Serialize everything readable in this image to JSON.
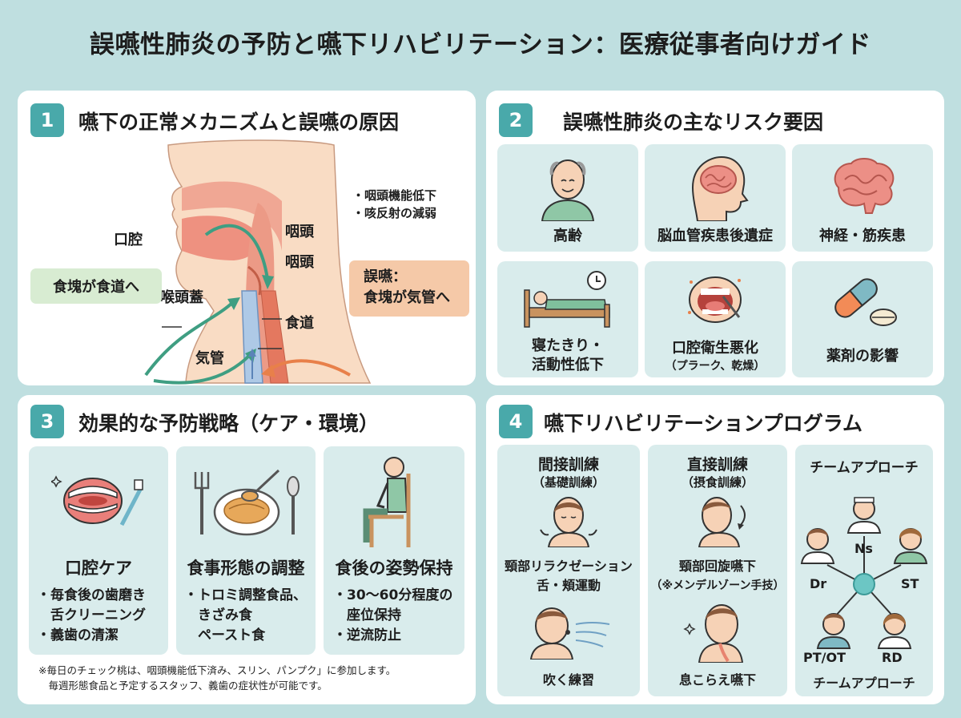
{
  "title": "誤嚥性肺炎の予防と嚥下リハビリテーション：医療従事者向けガイド",
  "colors": {
    "background": "#bfdfe0",
    "accent": "#49a9aa",
    "card": "#d9ecec",
    "aspiration": "#f5c9a8",
    "food": "#d8ecd2",
    "arrow_green": "#3f9e82",
    "arrow_orange": "#e8804a"
  },
  "section1": {
    "number": "1",
    "title": "嚥下の正常メカニズムと誤嚥の原因",
    "labels": {
      "oral": "口腔",
      "pharynx1": "咽頭",
      "pharynx2": "咽頭",
      "epiglottis": "喉頭蓋",
      "esophagus": "食道",
      "trachea": "気管"
    },
    "notes": [
      "・咽頭機能低下",
      "・咳反射の減弱"
    ],
    "food_box": "食塊が食道へ",
    "aspiration_box": [
      "誤嚥：",
      "食塊が気管へ"
    ]
  },
  "section2": {
    "number": "2",
    "title": "誤嚥性肺炎の主なリスク要因",
    "items": [
      {
        "label": "高齢",
        "icon": "elderly-person-icon"
      },
      {
        "label": "脳血管疾患後遺症",
        "icon": "brain-head-icon"
      },
      {
        "label": "神経・筋疾患",
        "icon": "brain-icon"
      },
      {
        "label1": "寝たきり・",
        "label2": "活動性低下",
        "icon": "bedridden-icon"
      },
      {
        "label": "口腔衛生悪化",
        "sub": "（プラーク、乾燥）",
        "icon": "open-mouth-icon"
      },
      {
        "label": "薬剤の影響",
        "icon": "pill-icon"
      }
    ]
  },
  "section3": {
    "number": "3",
    "title": "効果的な予防戦略（ケア・環境）",
    "cards": [
      {
        "title": "口腔ケア",
        "icon": "teeth-toothbrush-icon",
        "bullets": [
          "・毎食後の歯磨き",
          "　舌クリーニング",
          "・義歯の清潔"
        ]
      },
      {
        "title": "食事形態の調整",
        "icon": "meal-plate-icon",
        "bullets": [
          "・トロミ調整食品、",
          "　きざみ食",
          "　ペースト食"
        ]
      },
      {
        "title": "食後の姿勢保持",
        "icon": "seated-posture-icon",
        "bullets": [
          "・30〜60分程度の",
          "　座位保持",
          "・逆流防止"
        ]
      }
    ],
    "footnote": [
      "※毎日のチェック桃は、咽頭機能低下済み、スリン、パンプク」に参加します。",
      "　毎週形態食品と予定するスタッフ、義歯の症状性が可能です。"
    ]
  },
  "section4": {
    "number": "4",
    "title": "嚥下リハビリテーションプログラム",
    "indirect": {
      "title": "間接訓練",
      "sub": "（基礎訓練）",
      "ex1": [
        "頸部リラクゼーション",
        "舌・頬運動"
      ],
      "ex2": "吹く練習"
    },
    "direct": {
      "title": "直接訓練",
      "sub": "（摂食訓練）",
      "ex1": [
        "頸部回旋嚥下",
        "（※メンデルゾーン手技）"
      ],
      "ex2": "息こらえ嚥下"
    },
    "team": {
      "title": "チームアプローチ",
      "members": [
        "Ns",
        "Dr",
        "ST",
        "PT/OT",
        "RD"
      ],
      "footer": "チームアプローチ"
    }
  }
}
